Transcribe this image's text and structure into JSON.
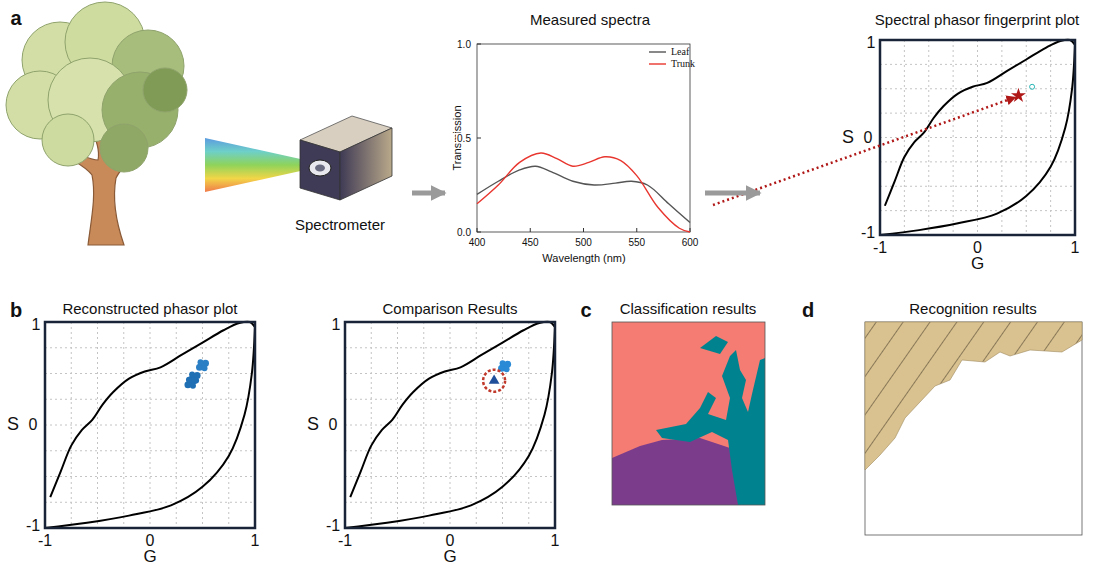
{
  "diagram": {
    "nodes": [
      {
        "text": [
          "Spectrometer"
        ]
      },
      {
        "text": [
          "Measured spectra"
        ]
      },
      {
        "text": [
          "Spectral phasor fingerprint plot"
        ]
      },
      {
        "text": [
          "Reconstructed phasor plot"
        ]
      },
      {
        "text": [
          "Comparison Results"
        ]
      },
      {
        "text": [
          "Classification results"
        ]
      },
      {
        "text": [
          "Recognition results"
        ]
      }
    ],
    "edges": [
      {
        "from": 0,
        "to": 1,
        "arrow": "to"
      },
      {
        "from": 1,
        "to": 2,
        "arrow": "to"
      }
    ],
    "labels": [
      "a",
      "Transmission",
      "1.0",
      "0.5",
      "0.0",
      "400",
      "450",
      "500",
      "550",
      "600",
      "Wavelength (nm)",
      "S",
      "0",
      "1",
      "-1",
      "-1",
      "0",
      "1",
      "G",
      "b",
      "S",
      "0",
      "1",
      "-1",
      "-1",
      "0",
      "1",
      "G",
      "S",
      "0",
      "1",
      "-1",
      "-1",
      "0",
      "1",
      "G",
      "c",
      "d"
    ],
    "legend": [
      {
        "text": "Leaf"
      },
      {
        "text": "Trunk"
      }
    ]
  }
}
